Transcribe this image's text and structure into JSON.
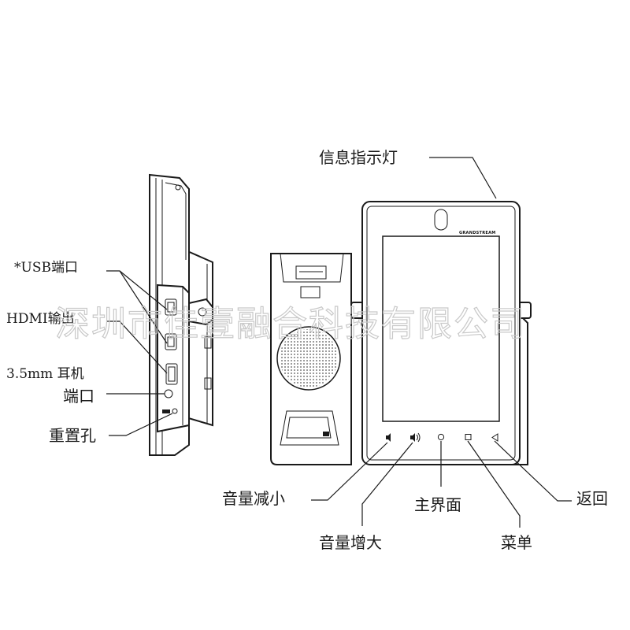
{
  "watermark": "深圳市佳壹融合科技有限公司",
  "device": {
    "brand_text": "GRANDSTREAM"
  },
  "side_callouts": {
    "usb_port": "*USB端口",
    "hdmi_out": "HDMI输出",
    "headphone_port_line1": "3.5mm 耳机",
    "headphone_port_line2": "端口",
    "reset_hole": "重置孔"
  },
  "front_callouts": {
    "message_led": "信息指示灯",
    "volume_down": "音量减小",
    "volume_up": "音量增大",
    "home": "主界面",
    "menu": "菜单",
    "back": "返回"
  },
  "icons": {
    "volume_down": "speaker-low-icon",
    "volume_up": "speaker-high-icon",
    "home": "circle-home-icon",
    "menu": "square-menu-icon",
    "back": "triangle-back-icon"
  }
}
